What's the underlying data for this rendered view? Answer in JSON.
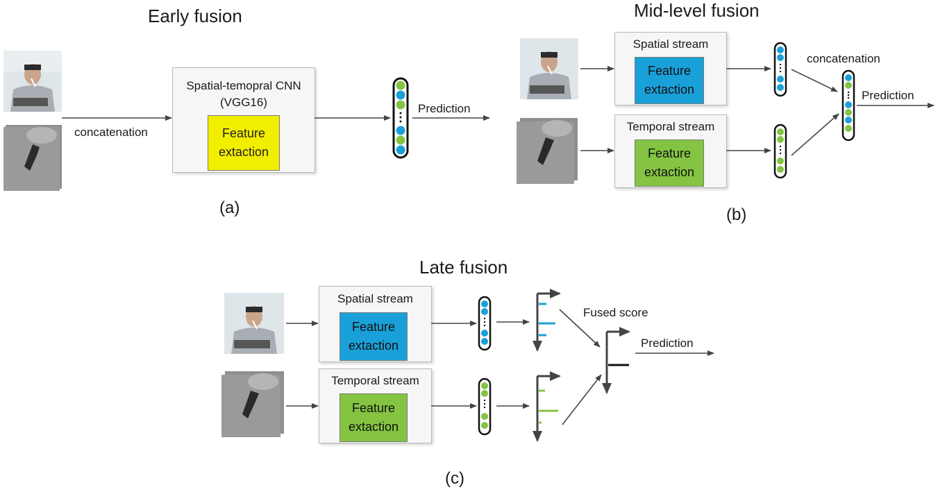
{
  "panel_a": {
    "heading": "Early fusion",
    "concat_label": "concatenation",
    "cnn_title_line1": "Spatial-temopral CNN",
    "cnn_title_line2": "(VGG16)",
    "fe_line1": "Feature",
    "fe_line2": "extaction",
    "prediction_label": "Prediction",
    "caption": "(a)"
  },
  "panel_b": {
    "heading": "Mid-level fusion",
    "spatial_title": "Spatial stream",
    "temporal_title": "Temporal stream",
    "fe_line1": "Feature",
    "fe_line2": "extaction",
    "concat_label": "concatenation",
    "prediction_label": "Prediction",
    "caption": "(b)"
  },
  "panel_c": {
    "heading": "Late fusion",
    "spatial_title": "Spatial stream",
    "temporal_title": "Temporal stream",
    "fe_line1": "Feature",
    "fe_line2": "extaction",
    "fused_label": "Fused score",
    "prediction_label": "Prediction",
    "caption": "(c)"
  },
  "colors": {
    "blue": "#1aa0d8",
    "green": "#84c442",
    "yellow": "#f2ee00",
    "arrow": "#444444"
  }
}
